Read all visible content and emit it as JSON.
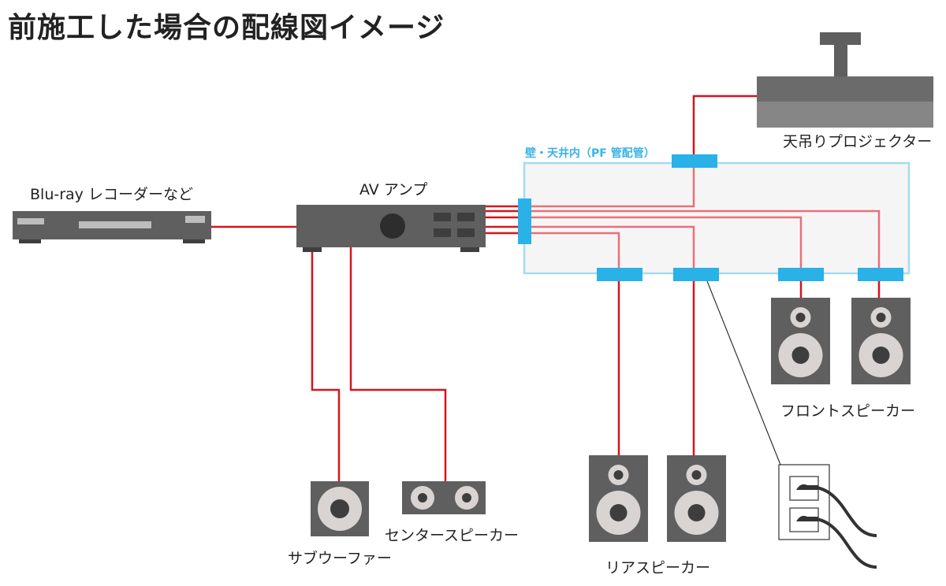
{
  "title": "前施工した場合の配線図イメージ",
  "labels": {
    "bluray": "Blu-ray レコーダーなど",
    "amp": "AV アンプ",
    "wall": "壁・天井内（PF 管配管）",
    "projector": "天吊りプロジェクター",
    "front": "フロントスピーカー",
    "rear": "リアスピーカー",
    "subwoofer": "サブウーファー",
    "center": "センタースピーカー"
  },
  "colors": {
    "cable": "#d7141c",
    "cable_in_wall": "#e8707a",
    "conduit": "#29b1e8",
    "wall_border": "#a6dbf1",
    "wall_fill": "#f5f5f6",
    "device": "#5f5f5f",
    "device_dark": "#3e3e3e",
    "cone": "#d9d3d2"
  }
}
